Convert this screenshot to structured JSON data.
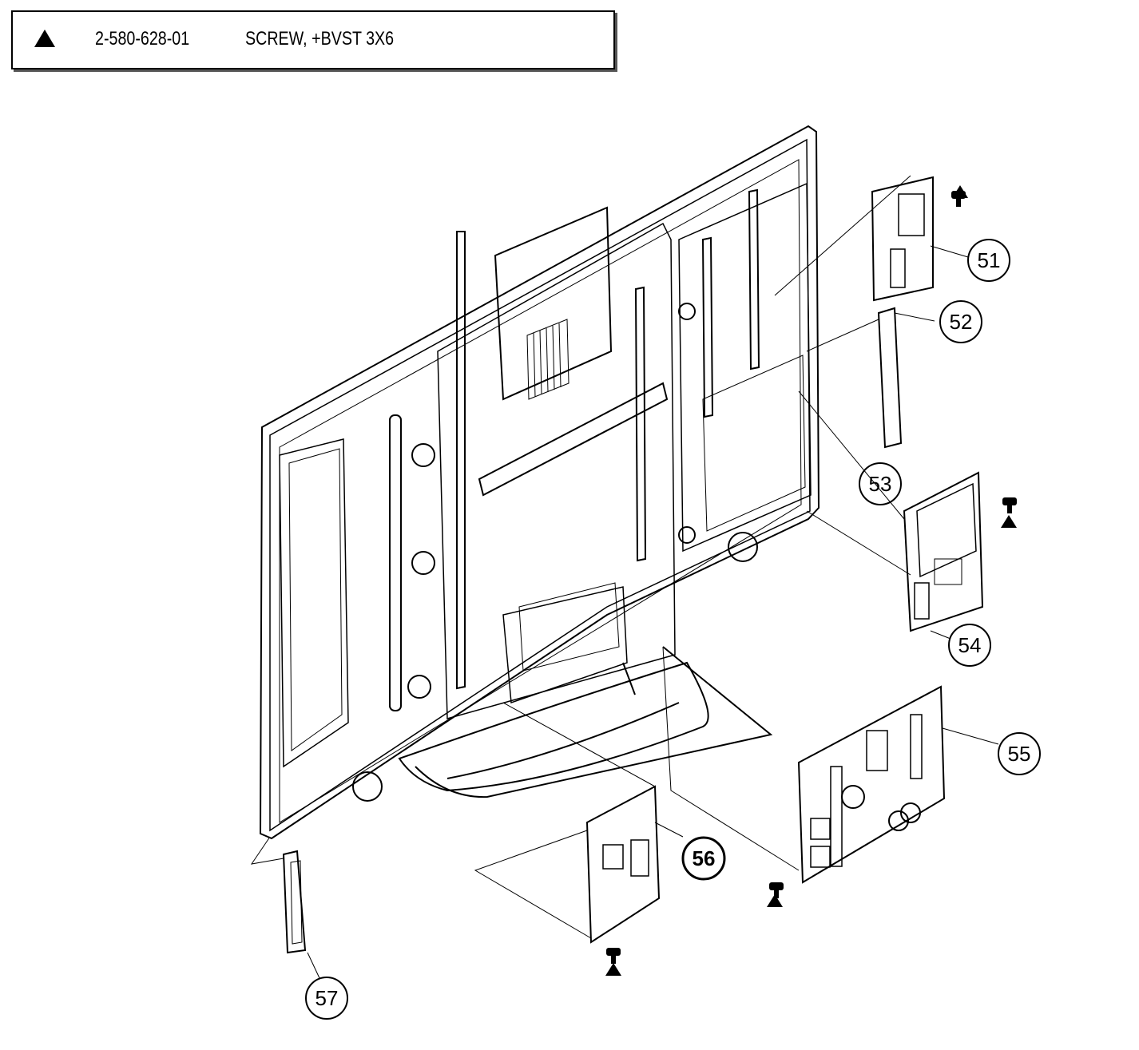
{
  "legend": {
    "symbol": "triangle",
    "part_number": "2-580-628-01",
    "description": "SCREW, +BVST 3X6"
  },
  "callouts": [
    {
      "id": "51",
      "label": "51"
    },
    {
      "id": "52",
      "label": "52"
    },
    {
      "id": "53",
      "label": "53"
    },
    {
      "id": "54",
      "label": "54"
    },
    {
      "id": "55",
      "label": "55"
    },
    {
      "id": "56",
      "label": "56"
    },
    {
      "id": "57",
      "label": "57"
    }
  ]
}
